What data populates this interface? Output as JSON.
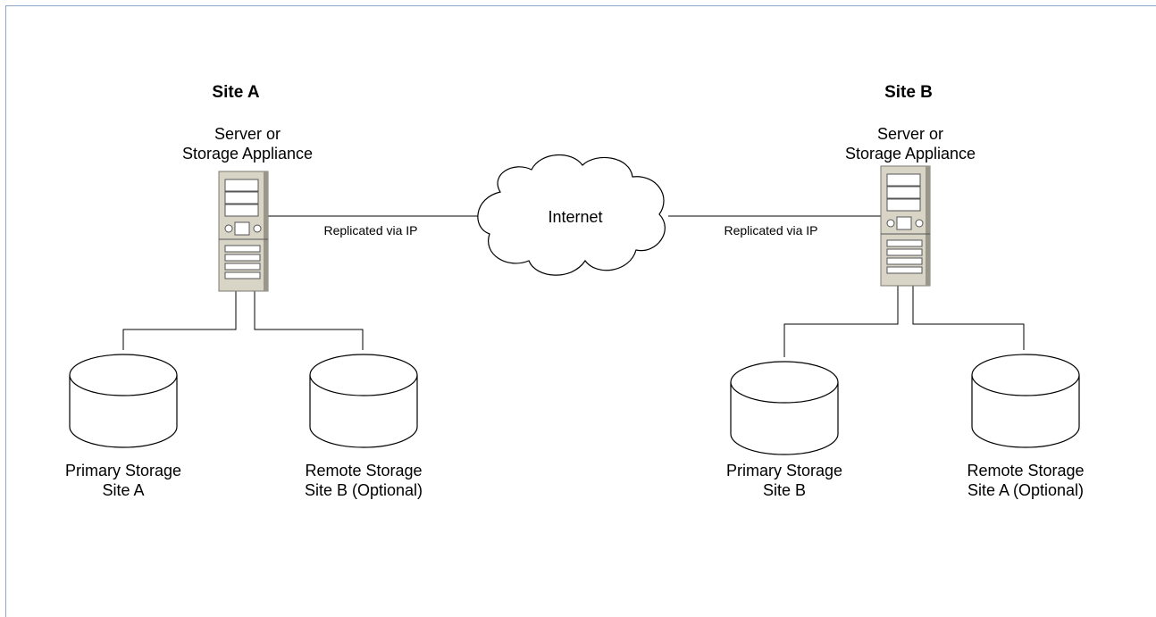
{
  "sites": [
    {
      "title": "Site A",
      "server_label_line1": "Server or",
      "server_label_line2": "Storage Appliance",
      "link_label": "Replicated via IP",
      "primary_line1": "Primary Storage",
      "primary_line2": "Site A",
      "remote_line1": "Remote Storage",
      "remote_line2": "Site B (Optional)"
    },
    {
      "title": "Site B",
      "server_label_line1": "Server or",
      "server_label_line2": "Storage Appliance",
      "link_label": "Replicated via IP",
      "primary_line1": "Primary Storage",
      "primary_line2": "Site B",
      "remote_line1": "Remote Storage",
      "remote_line2": "Site A (Optional)"
    }
  ],
  "cloud": {
    "label": "Internet"
  },
  "colors": {
    "frame": "#8aa7c8",
    "server_face": "#d8d4c6",
    "server_shadow": "#9a968a",
    "line": "#000000"
  },
  "icons": [
    "server-icon",
    "cloud-icon",
    "disk-icon"
  ]
}
